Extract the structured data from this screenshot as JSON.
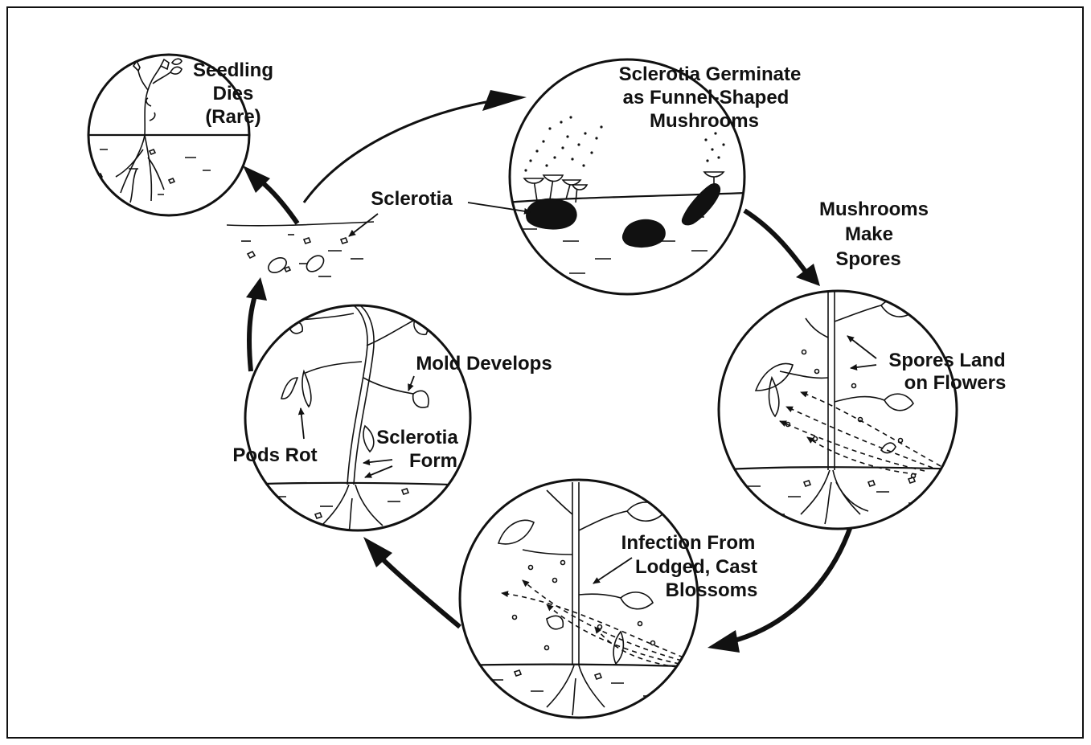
{
  "labels": {
    "seedling_dies": [
      "Seedling",
      "Dies",
      "(Rare)"
    ],
    "sclerotia_germinate": [
      "Sclerotia Germinate",
      "as Funnel-Shaped",
      "Mushrooms"
    ],
    "mushrooms_make_spores": [
      "Mushrooms",
      "Make",
      "Spores"
    ],
    "spores_land": [
      "Spores Land",
      "on Flowers"
    ],
    "infection": [
      "Infection From",
      "Lodged, Cast",
      "Blossoms"
    ],
    "mold_develops": "Mold Develops",
    "pods_rot": "Pods Rot",
    "sclerotia_form": [
      "Sclerotia",
      "Form"
    ],
    "sclerotia": "Sclerotia"
  },
  "colors": {
    "ink": "#111111",
    "paper": "#ffffff"
  }
}
